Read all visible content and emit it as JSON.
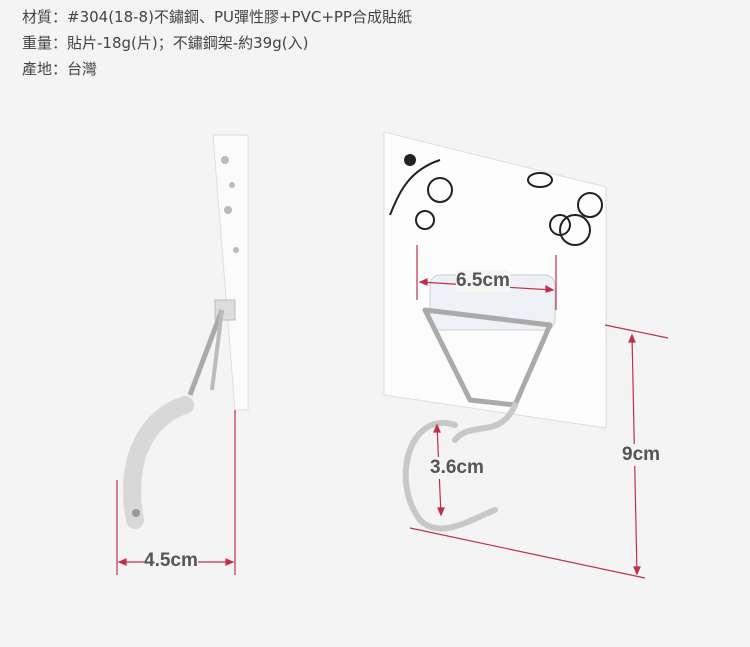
{
  "specs": [
    "材質：#304(18-8)不鏽鋼、PU彈性膠+PVC+PP合成貼紙",
    "重量：貼片-18g(片)；不鏽鋼架-約39g(入)",
    "產地：台灣"
  ],
  "dimensions": {
    "width": "6.5cm",
    "height": "9cm",
    "hook": "3.6cm",
    "depth": "4.5cm"
  },
  "colors": {
    "dimension_line": "#c0304a",
    "text": "#444444"
  }
}
